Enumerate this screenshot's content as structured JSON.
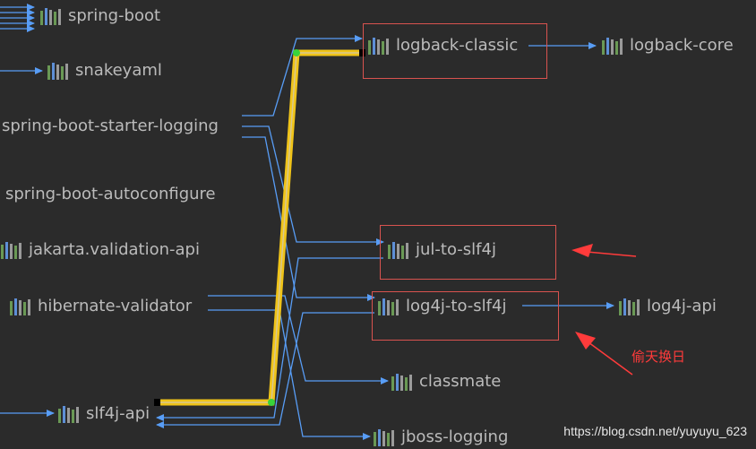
{
  "colors": {
    "background": "#2b2b2b",
    "edge": "#589df6",
    "highlight": "#f0c419",
    "label": "#bbbbbb",
    "annotation": "#ff3b3b",
    "box": "#d9534f"
  },
  "nodes": {
    "spring_boot": "spring-boot",
    "snakeyaml": "snakeyaml",
    "starter_logging": "spring-boot-starter-logging",
    "autoconfigure": "spring-boot-autoconfigure",
    "jakarta_validation": "jakarta.validation-api",
    "hibernate_validator": "hibernate-validator",
    "slf4j_api": "slf4j-api",
    "logback_classic": "logback-classic",
    "logback_core": "logback-core",
    "jul_to_slf4j": "jul-to-slf4j",
    "log4j_to_slf4j": "log4j-to-slf4j",
    "log4j_api": "log4j-api",
    "classmate": "classmate",
    "jboss_logging": "jboss-logging"
  },
  "annotation": "偷天换日",
  "watermark": "https://blog.csdn.net/yuyuyu_623",
  "icons": {
    "library": "library-bars-icon"
  }
}
